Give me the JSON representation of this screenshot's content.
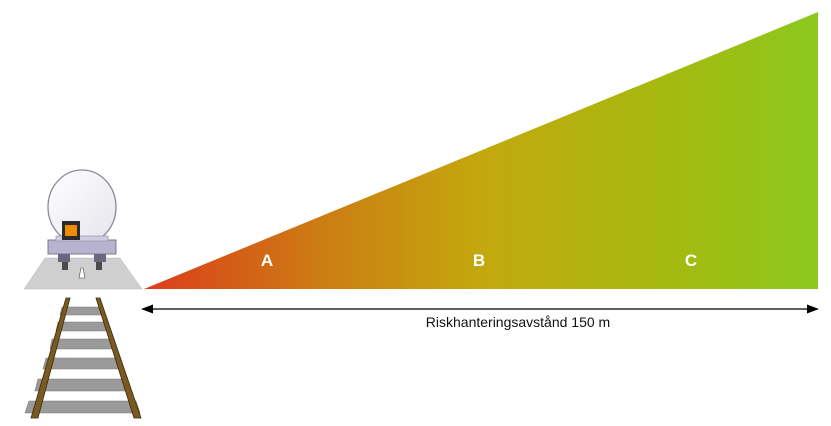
{
  "diagram": {
    "zones": [
      {
        "label": "A",
        "color": "#dc3c1c"
      },
      {
        "label": "B",
        "color": "#c8a20c"
      },
      {
        "label": "C",
        "color": "#8cc81e"
      }
    ],
    "distance_label": "Riskhanteringsavstånd 150 m",
    "gradient_colors": [
      "#dc3c1c",
      "#cd7a14",
      "#c3a80e",
      "#a8b80e",
      "#8cc81e"
    ],
    "train_window_color": "#f08c00",
    "icons": [
      "tank-wagon-icon",
      "railway-track-icon",
      "double-arrow-icon"
    ]
  }
}
